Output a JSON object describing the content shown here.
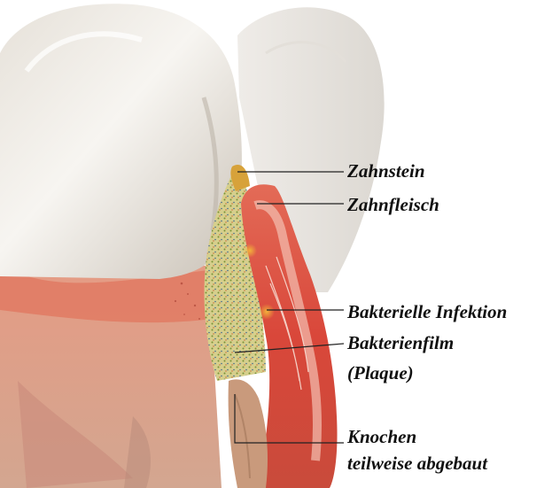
{
  "labels": {
    "zahnstein": "Zahnstein",
    "zahnfleisch": "Zahnfleisch",
    "bakterielle_infektion": "Bakterielle Infektion",
    "bakterienfilm": "Bakterienfilm",
    "plaque": "(Plaque)",
    "knochen": "Knochen",
    "knochen_detail": "teilweise abgebaut"
  },
  "colors": {
    "tooth": "#f4f1ec",
    "tooth_shadow": "#cfc8be",
    "gum": "#d9473a",
    "gum_light": "#e98a78",
    "tissue": "#e8b39c",
    "plaque": "#b9c56a",
    "tartar": "#d7a23a",
    "bone": "#c99a7c",
    "leader_line": "#222222"
  }
}
